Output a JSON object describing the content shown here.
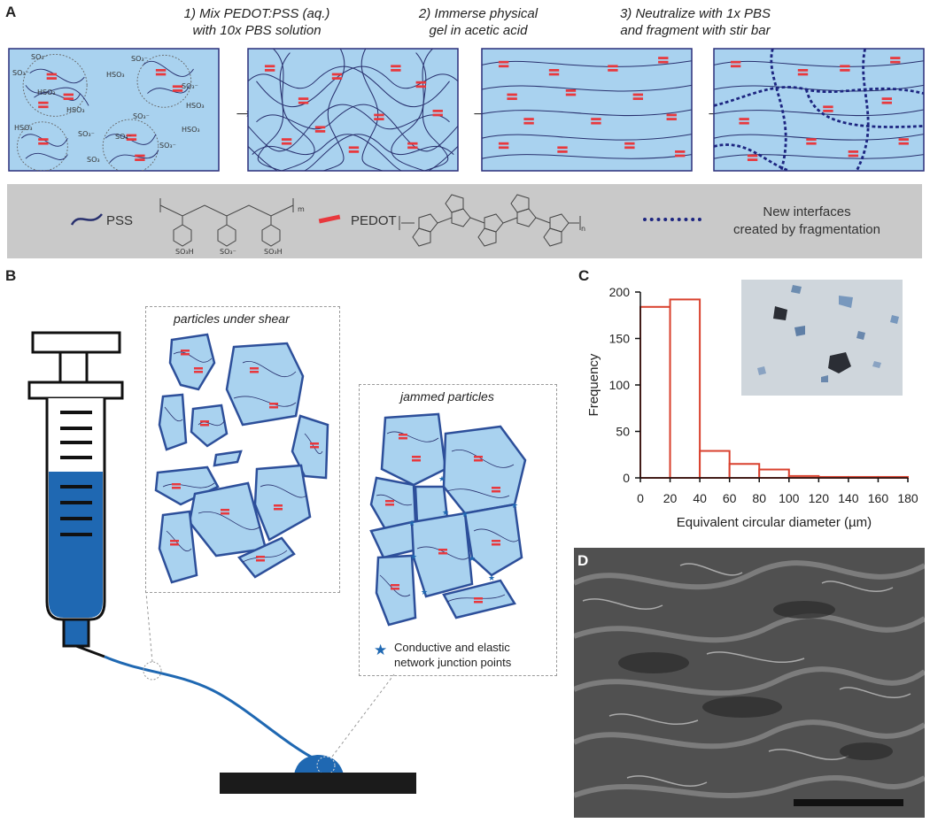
{
  "panel_letters": {
    "a": "A",
    "b": "B",
    "c": "C",
    "d": "D"
  },
  "steps": [
    {
      "line1": "1)  Mix PEDOT:PSS (aq.)",
      "line2": "with 10x PBS solution"
    },
    {
      "line1": "2)   Immerse physical",
      "line2": "gel in acetic acid"
    },
    {
      "line1": "3)  Neutralize with 1x PBS",
      "line2": "and fragment with stir bar"
    }
  ],
  "ion_labels": [
    "SO₃⁻",
    "HSO₃",
    "SO₃⁻",
    "SO₃⁻",
    "HSO₃",
    "SO₃⁻",
    "SO₃⁻",
    "HSO₃",
    "SO₃⁻",
    "HSO₃",
    "SO₃",
    "SO₃⁻",
    "HSO₃",
    "SO₃⁻",
    "HSO₃"
  ],
  "legend": {
    "pss": "PSS",
    "pedot": "PEDOT",
    "interfaces_line1": "New interfaces",
    "interfaces_line2": "created by fragmentation",
    "pss_struct_sub": [
      "SO₃H",
      "SO₃⁻",
      "SO₃H"
    ],
    "pss_struct_m": "m",
    "pedot_struct_n": "n"
  },
  "panel_b": {
    "shear_title": "particles under shear",
    "jammed_title": "jammed particles",
    "junction_line1": "Conductive and elastic",
    "junction_line2": "network junction points"
  },
  "colors": {
    "gel_blue": "#a9d2ef",
    "chain_navy": "#28306e",
    "pedot_red": "#e8383d",
    "ink_blue": "#1f68b2",
    "hist_red": "#d9412e"
  },
  "chart_data": {
    "type": "bar",
    "xlabel": "Equivalent circular diameter (µm)",
    "ylabel": "Frequency",
    "xlim": [
      0,
      180
    ],
    "ylim": [
      0,
      200
    ],
    "x_ticks": [
      0,
      20,
      40,
      60,
      80,
      100,
      120,
      140,
      160,
      180
    ],
    "y_ticks": [
      0,
      50,
      100,
      150,
      200
    ],
    "bins": [
      {
        "x0": 0,
        "x1": 20,
        "value": 184
      },
      {
        "x0": 20,
        "x1": 40,
        "value": 192
      },
      {
        "x0": 40,
        "x1": 60,
        "value": 29
      },
      {
        "x0": 60,
        "x1": 80,
        "value": 15
      },
      {
        "x0": 80,
        "x1": 100,
        "value": 9
      },
      {
        "x0": 100,
        "x1": 120,
        "value": 2
      },
      {
        "x0": 120,
        "x1": 140,
        "value": 1
      },
      {
        "x0": 140,
        "x1": 160,
        "value": 1
      },
      {
        "x0": 160,
        "x1": 180,
        "value": 1
      }
    ]
  }
}
